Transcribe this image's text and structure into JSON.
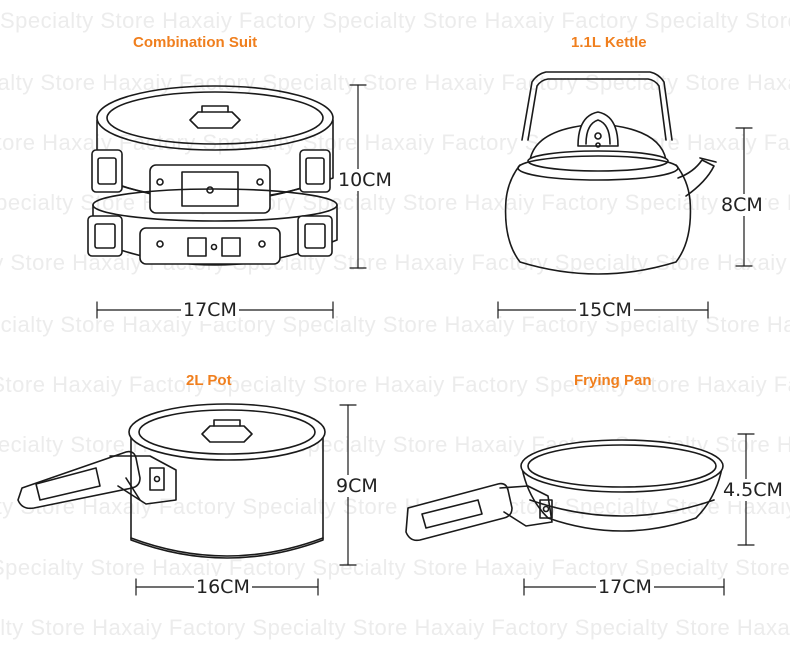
{
  "watermark": {
    "text": "Specialty Store  Haxaiy Factory Specialty Store  Haxaiy Factory  Specialty Store  Haxaiy Factory"
  },
  "items": [
    {
      "title": "Combination Suit",
      "width": "17CM",
      "height": "10CM"
    },
    {
      "title": "1.1L Kettle",
      "width": "15CM",
      "height": "8CM"
    },
    {
      "title": "2L Pot",
      "width": "16CM",
      "height": "9CM"
    },
    {
      "title": "Frying Pan",
      "width": "17CM",
      "height": "4.5CM"
    }
  ],
  "colors": {
    "title": "#f07f1e",
    "line": "#1a1a1a",
    "watermark": "#ececec"
  }
}
